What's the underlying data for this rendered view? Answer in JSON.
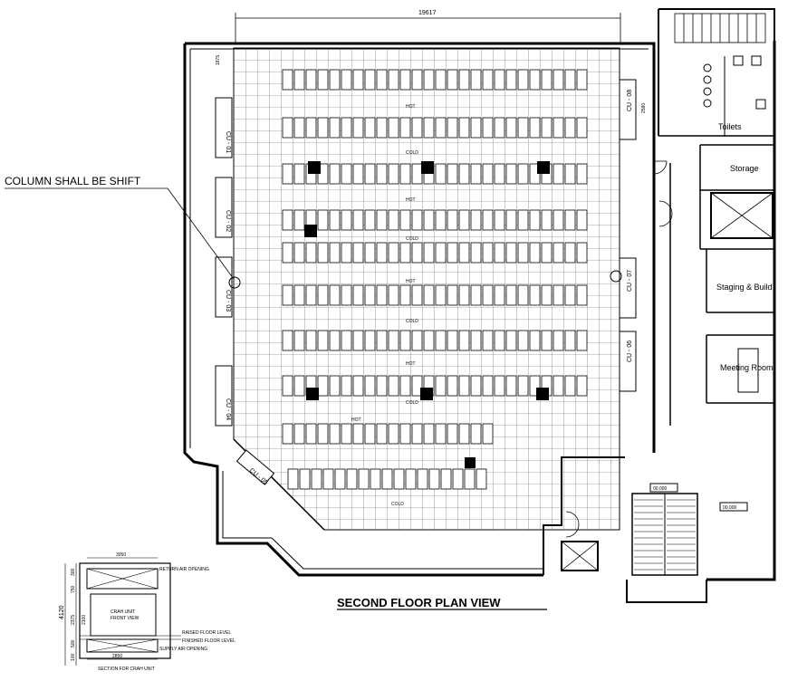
{
  "drawing": {
    "title": "SECOND FLOOR PLAN VIEW",
    "note": "COLUMN SHALL BE SHIFT",
    "overall_dimension": "19617",
    "dim_top_left": "1875",
    "dim_cu08": "2580",
    "units": [
      {
        "id": "cu01",
        "label": "CU - 01"
      },
      {
        "id": "cu02",
        "label": "CU - 02"
      },
      {
        "id": "cu03",
        "label": "CU - 03"
      },
      {
        "id": "cu04",
        "label": "CU - 04"
      },
      {
        "id": "cu05",
        "label": "CU - 05"
      },
      {
        "id": "cu06",
        "label": "CU - 06"
      },
      {
        "id": "cu07",
        "label": "CU - 07"
      },
      {
        "id": "cu08",
        "label": "CU - 08"
      }
    ],
    "rooms": {
      "toilets": "Toilets",
      "storage": "Storage",
      "staging": "Staging & Build",
      "meeting": "Meeting Room"
    },
    "levels": {
      "stair": "00.000",
      "right": "00.000"
    },
    "aisles": [
      "HOT",
      "COLD",
      "HOT",
      "COLD",
      "HOT",
      "COLD",
      "HOT",
      "COLD",
      "HOT",
      "COLD"
    ],
    "section": {
      "dim_width_top": "3050",
      "dim_width_bottom": "2850",
      "dim_height": "4120",
      "dim_a": "300",
      "dim_b": "750",
      "dim_c": "2375",
      "dim_d": "2100",
      "dim_e": "500",
      "dim_f": "100",
      "tag_top": "RETURN AIR OPENING",
      "tag_mid1": "RAISED FLOOR LEVEL",
      "tag_mid2": "FINISHED FLOOR LEVEL",
      "tag_bottom": "SUPPLY AIR OPENING",
      "unit_text": "CRAH UNIT",
      "unit_sub": "FRONT VIEW",
      "caption": "SECTION FOR CRAH UNIT"
    }
  }
}
